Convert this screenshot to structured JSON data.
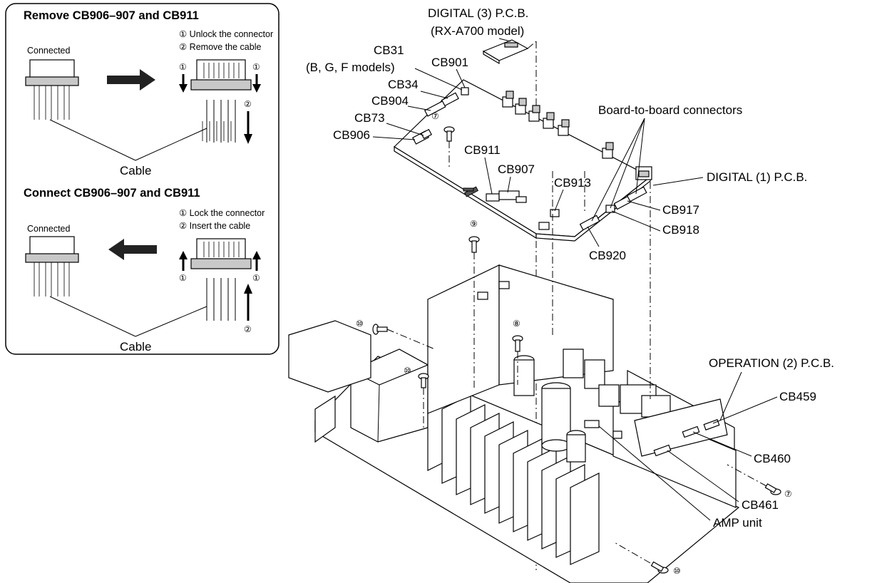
{
  "inset": {
    "remove_title": "Remove CB906–907 and CB911",
    "remove_step1": "① Unlock the connector",
    "remove_step2": "② Remove the cable",
    "remove_connected": "Connected",
    "remove_cable": "Cable",
    "connect_title": "Connect CB906–907 and CB911",
    "connect_step1": "① Lock the connector",
    "connect_step2": "② Insert the cable",
    "connect_connected": "Connected",
    "connect_cable": "Cable",
    "mark1": "①",
    "mark2": "②"
  },
  "labels": {
    "digital3_line1": "DIGITAL (3) P.C.B.",
    "digital3_line2": "(RX-A700 model)",
    "cb31": "CB31",
    "cb31_models": "(B, G, F models)",
    "cb901": "CB901",
    "cb34": "CB34",
    "cb904": "CB904",
    "cb73": "CB73",
    "cb906": "CB906",
    "cb911": "CB911",
    "cb907": "CB907",
    "cb913": "CB913",
    "board_to_board": "Board-to-board connectors",
    "digital1": "DIGITAL (1) P.C.B.",
    "cb917": "CB917",
    "cb918": "CB918",
    "cb920": "CB920",
    "operation2": "OPERATION (2) P.C.B.",
    "cb459": "CB459",
    "cb460": "CB460",
    "cb461": "CB461",
    "amp_unit": "AMP unit",
    "screw7": "⑦",
    "screw8": "⑧",
    "screw9": "⑨",
    "screw10": "⑩"
  }
}
